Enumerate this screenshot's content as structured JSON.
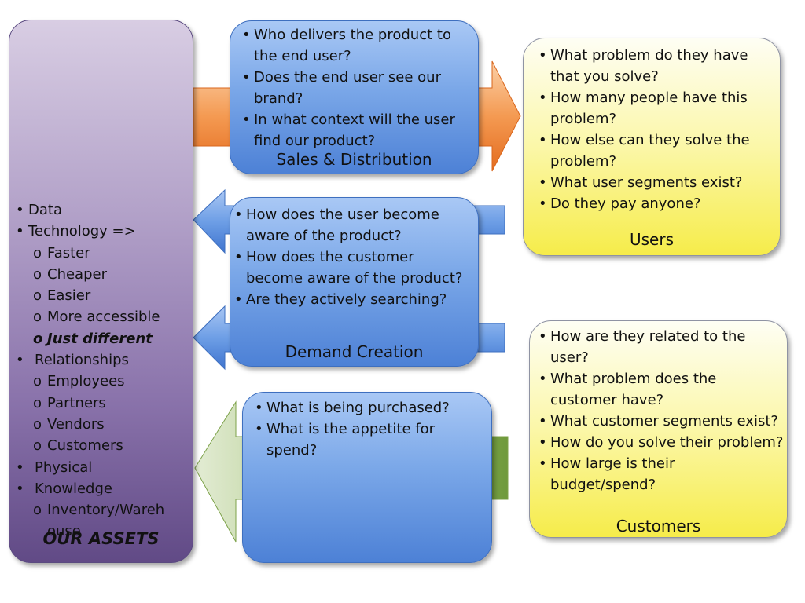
{
  "assets": {
    "title": "OUR ASSETS",
    "items": [
      {
        "level": 1,
        "text": "Data"
      },
      {
        "level": 1,
        "text": "Technology =>"
      },
      {
        "level": 2,
        "text": "Faster"
      },
      {
        "level": 2,
        "text": "Cheaper"
      },
      {
        "level": 2,
        "text": "Easier"
      },
      {
        "level": 2,
        "text": "More accessible"
      },
      {
        "level": 2,
        "text": "Just different"
      },
      {
        "level": 1,
        "text": "Relationships"
      },
      {
        "level": 2,
        "text": "Employees"
      },
      {
        "level": 2,
        "text": "Partners"
      },
      {
        "level": 2,
        "text": "Vendors"
      },
      {
        "level": 2,
        "text": "Customers"
      },
      {
        "level": 1,
        "text": "Physical"
      },
      {
        "level": 1,
        "text": "Knowledge"
      },
      {
        "level": 2,
        "text": "Inventory/Wareh ouse"
      }
    ]
  },
  "sales": {
    "title": "Sales & Distribution",
    "items": [
      "Who delivers the product to the end user?",
      "Does the end user see our brand?",
      "In what context will the user find our product?"
    ]
  },
  "demand": {
    "title": "Demand Creation",
    "items": [
      "How does the user become aware of the product?",
      "How does the customer become aware of the product?",
      "Are they actively searching?"
    ]
  },
  "purchase": {
    "items": [
      "What is being purchased?",
      "What is the appetite for spend?"
    ]
  },
  "users": {
    "title": "Users",
    "items": [
      "What problem do they have that you solve?",
      "How many people have this problem?",
      "How else can they solve the problem?",
      "What user segments exist?",
      "Do they pay anyone?"
    ]
  },
  "customers": {
    "title": "Customers",
    "items": [
      "How are they related to the user?",
      "What problem does the customer have?",
      "What customer segments exist?",
      "How do you solve their problem?",
      "How large is their budget/spend?"
    ]
  },
  "colors": {
    "orange_arrow": "#f08a3c",
    "blue_arrow": "#5b8fe0",
    "green_arrow": "#8fb35a",
    "purple_box": "#8a73ab",
    "blue_box": "#7aa7e8",
    "yellow_box": "#f8f07a"
  }
}
